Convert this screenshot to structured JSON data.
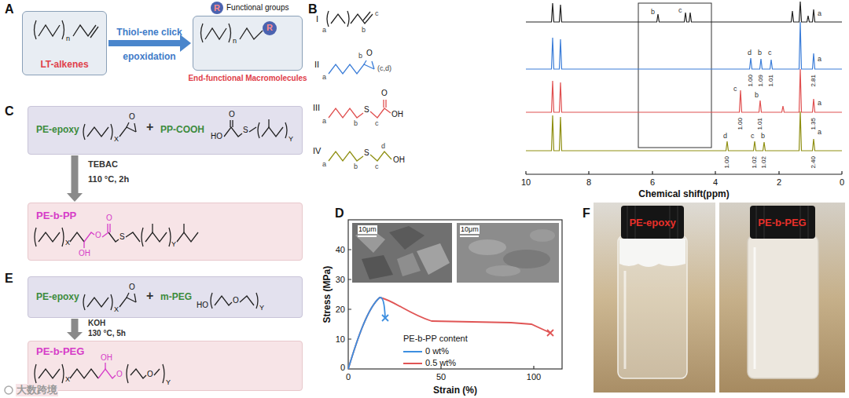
{
  "diagram": {
    "nodes": [
      {
        "text": [
          "LT-alkenes"
        ]
      },
      {
        "text": [
          "R",
          "Functional groups"
        ]
      },
      {
        "text": [
          "End-functional Macromolecules"
        ]
      },
      {
        "text": [
          "R"
        ],
        "in": 2
      },
      {
        "text": [
          "PE-epoxy",
          "+",
          "PP-COOH"
        ]
      },
      {
        "text": [
          "PE-b-PP"
        ]
      },
      {
        "text": [
          "PE-epoxy",
          "+",
          "m-PEG"
        ]
      },
      {
        "text": [
          "PE-b-PEG"
        ]
      }
    ],
    "edges": [
      {
        "from": 0,
        "to": 2,
        "arrow": "to",
        "label": "Thiol-ene click"
      },
      {
        "from": 4,
        "to": 5,
        "arrow": "to",
        "label": "TEBAC"
      },
      {
        "from": 6,
        "to": 7,
        "arrow": "to",
        "label": "KOH"
      }
    ],
    "labels": [
      "A",
      "n",
      "epoxidation",
      "n",
      "B",
      "I",
      "a",
      "b",
      "c",
      "II",
      "a",
      "b",
      "(c,d)",
      "O",
      "III",
      "a",
      "b",
      "S",
      "c",
      "O",
      "OH",
      "IV",
      "a",
      "b",
      "S",
      "c",
      "d",
      "OH",
      "b",
      "c",
      "a",
      "d",
      "b",
      "c",
      "a",
      "1.00",
      "1.09",
      "1.01",
      "2.81",
      "c",
      "b",
      "a",
      "1.00",
      "1.01",
      "1.35",
      "d",
      "c",
      "b",
      "a",
      "1.00",
      "1.02",
      "1.02",
      "2.40",
      "10",
      "8",
      "6",
      "4",
      "2",
      "0",
      "Chemical shift(ppm)",
      "C",
      "O",
      "X",
      "HO",
      "O",
      "S",
      "Y",
      "110 °C, 2h",
      "X",
      "OH",
      "O",
      "O",
      "S",
      "Y",
      "D",
      "10μm",
      "10μm",
      "40",
      "30",
      "20",
      "10",
      "0",
      "0",
      "50",
      "100",
      "Stress (MPa)",
      "Strain (%)",
      "PE-b-PP content",
      "E",
      "X",
      "O",
      "HO",
      "O",
      "Y",
      "130 °C, 5h",
      "OH",
      "X",
      "O",
      "O",
      "Y",
      "F",
      "PE-epoxy",
      "PE-b-PEG",
      "大数跨境"
    ],
    "legend": [
      {
        "text": "0 wt%"
      },
      {
        "text": "0.5 wt%"
      }
    ]
  }
}
